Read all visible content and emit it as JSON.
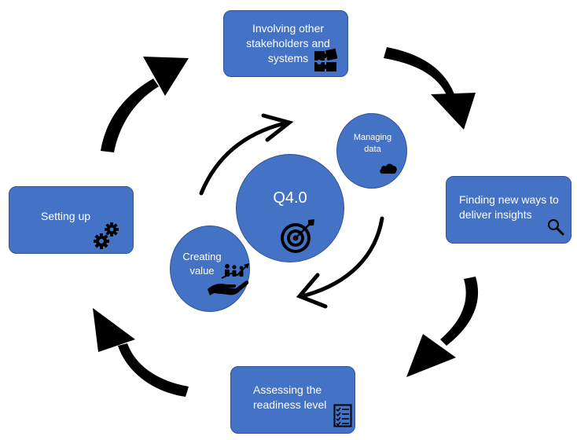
{
  "steps": [
    {
      "label": "Involving other stakeholders and systems",
      "icon": "puzzle-icon"
    },
    {
      "label": "Finding new ways to deliver insights",
      "icon": "magnifier-icon"
    },
    {
      "label": "Assessing the readiness level",
      "icon": "checklist-icon"
    },
    {
      "label": "Setting up",
      "icon": "gears-icon"
    }
  ],
  "center": {
    "label": "Q4.0",
    "icon": "target-icon"
  },
  "inner": [
    {
      "label": "Managing data",
      "icon": "cloud-icon"
    },
    {
      "label": "Creating value",
      "icon": "hand-people-growth-icon"
    }
  ],
  "colors": {
    "box_fill": "#4472c4",
    "box_border": "#2f5597",
    "arrow": "#000000",
    "text": "#ffffff"
  }
}
